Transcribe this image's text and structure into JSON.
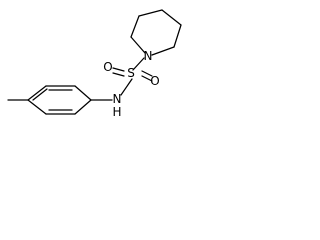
{
  "atoms": {
    "sulfur": "S",
    "oxygen_top": "O",
    "oxygen_bottom": "O",
    "nitrogen_ring": "N",
    "nitrogen_amine": "N",
    "hydrogen_amine": "H"
  }
}
